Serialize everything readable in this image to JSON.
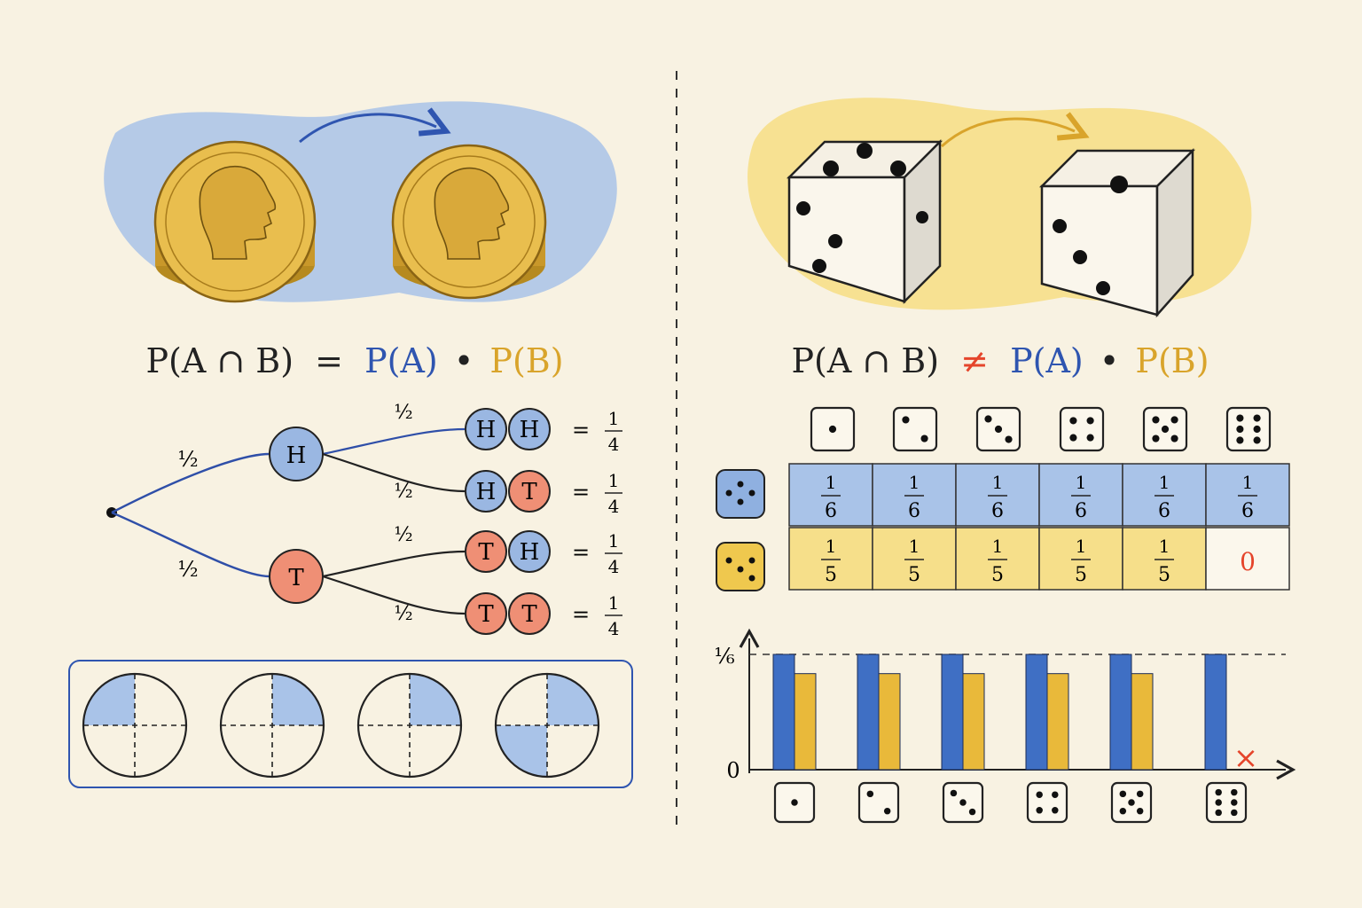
{
  "left": {
    "formula": {
      "prefix": "P(A ∩ B)",
      "op": "=",
      "pa": "P(A)",
      "dot": "•",
      "pb": "P(B)"
    },
    "tree": {
      "first_branch_prob": "½",
      "second_branch_prob": "½",
      "first_nodes": [
        "H",
        "T"
      ],
      "outcomes": [
        {
          "pair": [
            "H",
            "H"
          ],
          "colors": [
            "blue",
            "blue"
          ],
          "eq": "=",
          "num": "1",
          "den": "4"
        },
        {
          "pair": [
            "H",
            "T"
          ],
          "colors": [
            "blue",
            "red"
          ],
          "eq": "=",
          "num": "1",
          "den": "4"
        },
        {
          "pair": [
            "T",
            "H"
          ],
          "colors": [
            "red",
            "blue"
          ],
          "eq": "=",
          "num": "1",
          "den": "4"
        },
        {
          "pair": [
            "T",
            "T"
          ],
          "colors": [
            "red",
            "red"
          ],
          "eq": "=",
          "num": "1",
          "den": "4"
        }
      ]
    },
    "quarter_circles": [
      "top-left",
      "top-right",
      "top-right",
      "top-right+bottom-left"
    ]
  },
  "right": {
    "formula": {
      "prefix": "P(A ∩ B)",
      "op": "≠",
      "pa": "P(A)",
      "dot": "•",
      "pb": "P(B)"
    },
    "die_faces": [
      1,
      2,
      3,
      4,
      5,
      6
    ],
    "table": {
      "blue_row": [
        {
          "num": "1",
          "den": "6"
        },
        {
          "num": "1",
          "den": "6"
        },
        {
          "num": "1",
          "den": "6"
        },
        {
          "num": "1",
          "den": "6"
        },
        {
          "num": "1",
          "den": "6"
        },
        {
          "num": "1",
          "den": "6"
        }
      ],
      "yellow_row": [
        {
          "num": "1",
          "den": "5"
        },
        {
          "num": "1",
          "den": "5"
        },
        {
          "num": "1",
          "den": "5"
        },
        {
          "num": "1",
          "den": "5"
        },
        {
          "num": "1",
          "den": "5"
        },
        {
          "num": "0",
          "den": ""
        }
      ]
    }
  },
  "chart_data": {
    "type": "bar",
    "categories": [
      "1",
      "2",
      "3",
      "4",
      "5",
      "6"
    ],
    "series": [
      {
        "color": "#3f6fc4",
        "values": [
          0.1667,
          0.1667,
          0.1667,
          0.1667,
          0.1667,
          0.1667
        ]
      },
      {
        "color": "#e9b93a",
        "values": [
          0.1389,
          0.1389,
          0.1389,
          0.1389,
          0.1389,
          0
        ]
      }
    ],
    "ylim": [
      0,
      0.1667
    ],
    "y_tick_labels": [
      "0",
      "⅙"
    ],
    "missing_marker": "×"
  },
  "colors": {
    "blue": "#4a72c2",
    "blue_light": "#a9c3e8",
    "yellow": "#e9b93a",
    "yellow_light": "#f6df8a",
    "red": "#e56a50",
    "red_light": "#ef8f75",
    "node_blue": "#9ab7e2",
    "coin": "#e9be4e"
  }
}
